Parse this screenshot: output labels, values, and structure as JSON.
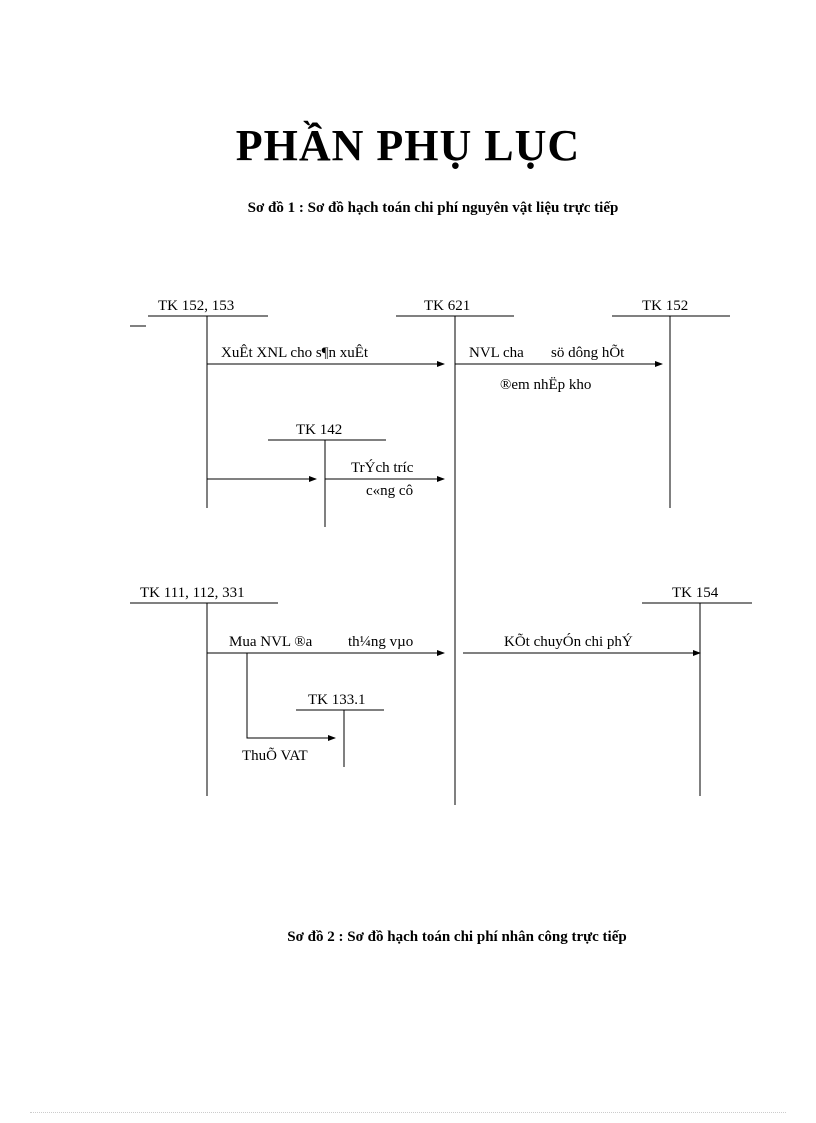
{
  "page": {
    "title": "PHẦN PHỤ LỤC",
    "diagram1_title": "Sơ đồ 1 : Sơ đồ hạch toán chi phí nguyên vật liệu trực tiếp",
    "diagram2_title": "Sơ đồ 2 : Sơ đồ hạch toán chi phí nhân công trực tiếp"
  },
  "diagram1": {
    "accounts": {
      "tk152_153": "TK 152, 153",
      "tk621": "TK 621",
      "tk152": "TK 152",
      "tk142": "TK 142",
      "tk111_112_331": "TK 111, 112, 331",
      "tk154": "TK 154",
      "tk133_1": "TK 133.1"
    },
    "entries": {
      "xuat_xnl": "XuÊt XNL cho s¶n xuÊt",
      "nvl_cha": "NVL cha",
      "so_dong_het": "sö dông hÕt",
      "dem_nhap_kho": "®em nhËp kho",
      "trich_truoc_1": "TrÝch tr­íc",
      "trich_truoc_2": "c«ng cô",
      "mua_nvl_1": "Mua NVL ®a",
      "mua_nvl_2": "th¼ng vµo",
      "ket_chuyen": "KÕt chuyÓn chi phÝ",
      "thue_vat": "ThuÕ VAT"
    }
  }
}
